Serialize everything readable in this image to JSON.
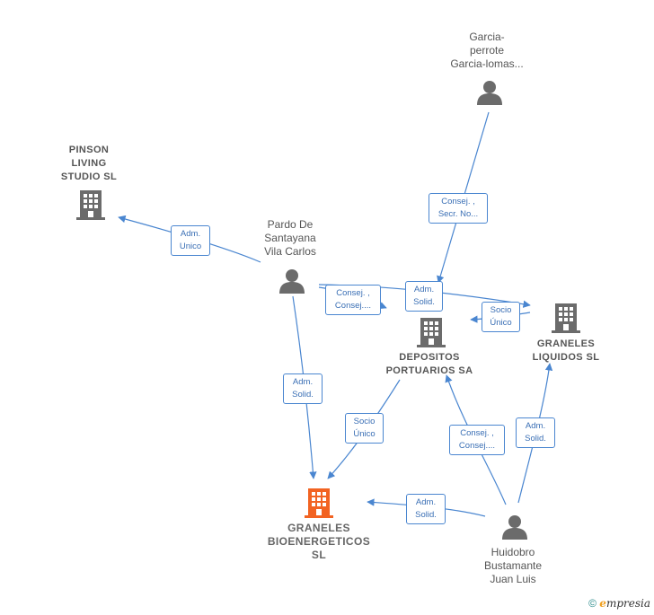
{
  "nodes": {
    "garcia": {
      "label": "Garcia-\nperrote\nGarcia-lomas..."
    },
    "pinson": {
      "label": "PINSON\nLIVING\nSTUDIO  SL"
    },
    "pardo": {
      "label": "Pardo De\nSantayana\nVila Carlos"
    },
    "depositos": {
      "label": "DEPOSITOS\nPORTUARIOS SA"
    },
    "graneles_liquidos": {
      "label": "GRANELES\nLIQUIDOS  SL"
    },
    "graneles_bio": {
      "label": "GRANELES\nBIOENERGETICOS\nSL"
    },
    "huidobro": {
      "label": "Huidobro\nBustamante\nJuan Luis"
    }
  },
  "edge_labels": {
    "garcia_depositos": "Consej. ,\nSecr. No...",
    "pardo_pinson": "Adm.\nUnico",
    "pardo_depositos": "Consej. ,\nConsej....",
    "pardo_liquidos": "Adm.\nSolid.",
    "depositos_liquidos": "Socio\nÚnico",
    "pardo_bio": "Adm.\nSolid.",
    "depositos_bio": "Socio\nÚnico",
    "huidobro_depositos": "Consej. ,\nConsej....",
    "huidobro_liquidos": "Adm.\nSolid.",
    "huidobro_bio": "Adm.\nSolid."
  },
  "footer": {
    "copyright": "©",
    "brand_e": "e",
    "brand_rest": "mpresia"
  },
  "colors": {
    "edge": "#4a86d0",
    "company_icon": "#6b6b6b",
    "main_company_icon": "#f26322",
    "person_icon": "#6b6b6b"
  }
}
